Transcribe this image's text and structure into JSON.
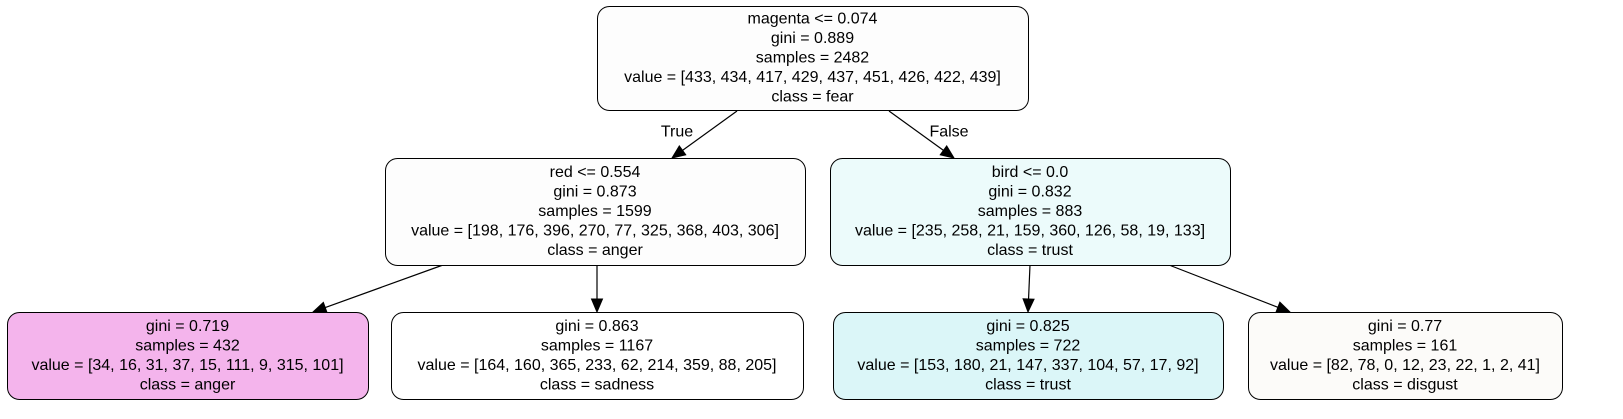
{
  "tree": {
    "nodes": [
      {
        "id": "root",
        "fill": "#fdfdfd",
        "lines": [
          "magenta <= 0.074",
          "gini = 0.889",
          "samples = 2482",
          "value = [433, 434, 417, 429, 437, 451, 426, 422, 439]",
          "class = fear"
        ]
      },
      {
        "id": "left",
        "fill": "#fdfdfd",
        "lines": [
          "red <= 0.554",
          "gini = 0.873",
          "samples = 1599",
          "value = [198, 176, 396, 270, 77, 325, 368, 403, 306]",
          "class = anger"
        ]
      },
      {
        "id": "right",
        "fill": "#ecfbfb",
        "lines": [
          "bird <= 0.0",
          "gini = 0.832",
          "samples = 883",
          "value = [235, 258, 21, 159, 360, 126, 58, 19, 133]",
          "class = trust"
        ]
      },
      {
        "id": "leaf1",
        "fill": "#f4b4ec",
        "lines": [
          "gini = 0.719",
          "samples = 432",
          "value = [34, 16, 31, 37, 15, 111, 9, 315, 101]",
          "class = anger"
        ]
      },
      {
        "id": "leaf2",
        "fill": "#ffffff",
        "lines": [
          "gini = 0.863",
          "samples = 1167",
          "value = [164, 160, 365, 233, 62, 214, 359, 88, 205]",
          "class = sadness"
        ]
      },
      {
        "id": "leaf3",
        "fill": "#dbf6f8",
        "lines": [
          "gini = 0.825",
          "samples = 722",
          "value = [153, 180, 21, 147, 337, 104, 57, 17, 92]",
          "class = trust"
        ]
      },
      {
        "id": "leaf4",
        "fill": "#fcfbf9",
        "lines": [
          "gini = 0.77",
          "samples = 161",
          "value = [82, 78, 0, 12, 23, 22, 1, 2, 41]",
          "class = disgust"
        ]
      }
    ],
    "edges": [
      {
        "from": "root",
        "to": "left",
        "label": "True"
      },
      {
        "from": "root",
        "to": "right",
        "label": "False"
      },
      {
        "from": "left",
        "to": "leaf1",
        "label": ""
      },
      {
        "from": "left",
        "to": "leaf2",
        "label": ""
      },
      {
        "from": "right",
        "to": "leaf3",
        "label": ""
      },
      {
        "from": "right",
        "to": "leaf4",
        "label": ""
      }
    ]
  }
}
